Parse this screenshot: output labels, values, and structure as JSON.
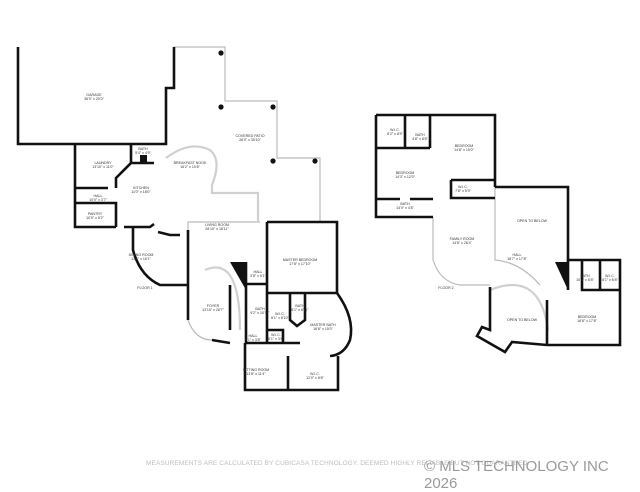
{
  "floor_plan": {
    "floors": [
      {
        "name": "FLOOR 1",
        "rooms": [
          {
            "name": "GARAGE",
            "dims": "36'0\" x 20'0\""
          },
          {
            "name": "COVERED PATIO",
            "dims": "26'0\" x 35'10\""
          },
          {
            "name": "BREAKFAST NOOK",
            "dims": "16'2\" x 10'8\""
          },
          {
            "name": "LAUNDRY",
            "dims": "13'10\" x 11'0\""
          },
          {
            "name": "BATH",
            "dims": "5'4\" x 4'9\""
          },
          {
            "name": "KITCHEN",
            "dims": "11'0\" x 18'0\""
          },
          {
            "name": "HALL",
            "dims": "10'0\" x 3'7\""
          },
          {
            "name": "PANTRY",
            "dims": "10'0\" x 5'2\""
          },
          {
            "name": "LIVING ROOM",
            "dims": "28'10\" x 18'11\""
          },
          {
            "name": "DINING ROOM",
            "dims": "13'8\" x 16'1\""
          },
          {
            "name": "FOYER",
            "dims": "13'10\" x 28'7\""
          },
          {
            "name": "HALL",
            "dims": "3'8\" x 5'1\""
          },
          {
            "name": "MASTER BEDROOM",
            "dims": "17'8\" x 17'10\""
          },
          {
            "name": "BATH",
            "dims": "9'2\" x 10'11\""
          },
          {
            "name": "W.I.C.",
            "dims": "6'1\" x 8'10\""
          },
          {
            "name": "BATH",
            "dims": "5'1\" x 6'11\""
          },
          {
            "name": "MASTER BATH",
            "dims": "16'8\" x 15'0\""
          },
          {
            "name": "HALL",
            "dims": "4'1\" x 3'8\""
          },
          {
            "name": "W.I.C.",
            "dims": "6'1\" x 3'6\""
          },
          {
            "name": "SITTING ROOM",
            "dims": "13'8\" x 11'4\""
          },
          {
            "name": "W.I.C.",
            "dims": "12'0\" x 8'8\""
          }
        ]
      },
      {
        "name": "FLOOR 2",
        "rooms": [
          {
            "name": "W.I.C.",
            "dims": "8'2\" x 8'9\""
          },
          {
            "name": "BATH",
            "dims": "4'8\" x 8'8\""
          },
          {
            "name": "BEDROOM",
            "dims": "14'8\" x 15'0\""
          },
          {
            "name": "BEDROOM",
            "dims": "14'3\" x 12'0\""
          },
          {
            "name": "W.I.C.",
            "dims": "7'8\" x 5'9\""
          },
          {
            "name": "BATH",
            "dims": "14'0\" x 4'8\""
          },
          {
            "name": "OPEN TO BELOW",
            "dims": ""
          },
          {
            "name": "FAMILY ROOM",
            "dims": "14'8\" x 26'4\""
          },
          {
            "name": "HALL",
            "dims": "18'7\" x 17'8\""
          },
          {
            "name": "BATH",
            "dims": "10'8\" x 6'8\""
          },
          {
            "name": "W.I.C.",
            "dims": "6'1\" x 6'8\""
          },
          {
            "name": "OPEN TO BELOW",
            "dims": ""
          },
          {
            "name": "BEDROOM",
            "dims": "18'8\" x 17'8\""
          }
        ]
      }
    ]
  },
  "footer": {
    "disclaimer": "MEASUREMENTS ARE CALCULATED BY CUBICASA TECHNOLOGY. DEEMED HIGHLY RELIABLE BUT NOT GUARANTEED.",
    "watermark": "© MLS TECHNOLOGY INC 2026"
  }
}
